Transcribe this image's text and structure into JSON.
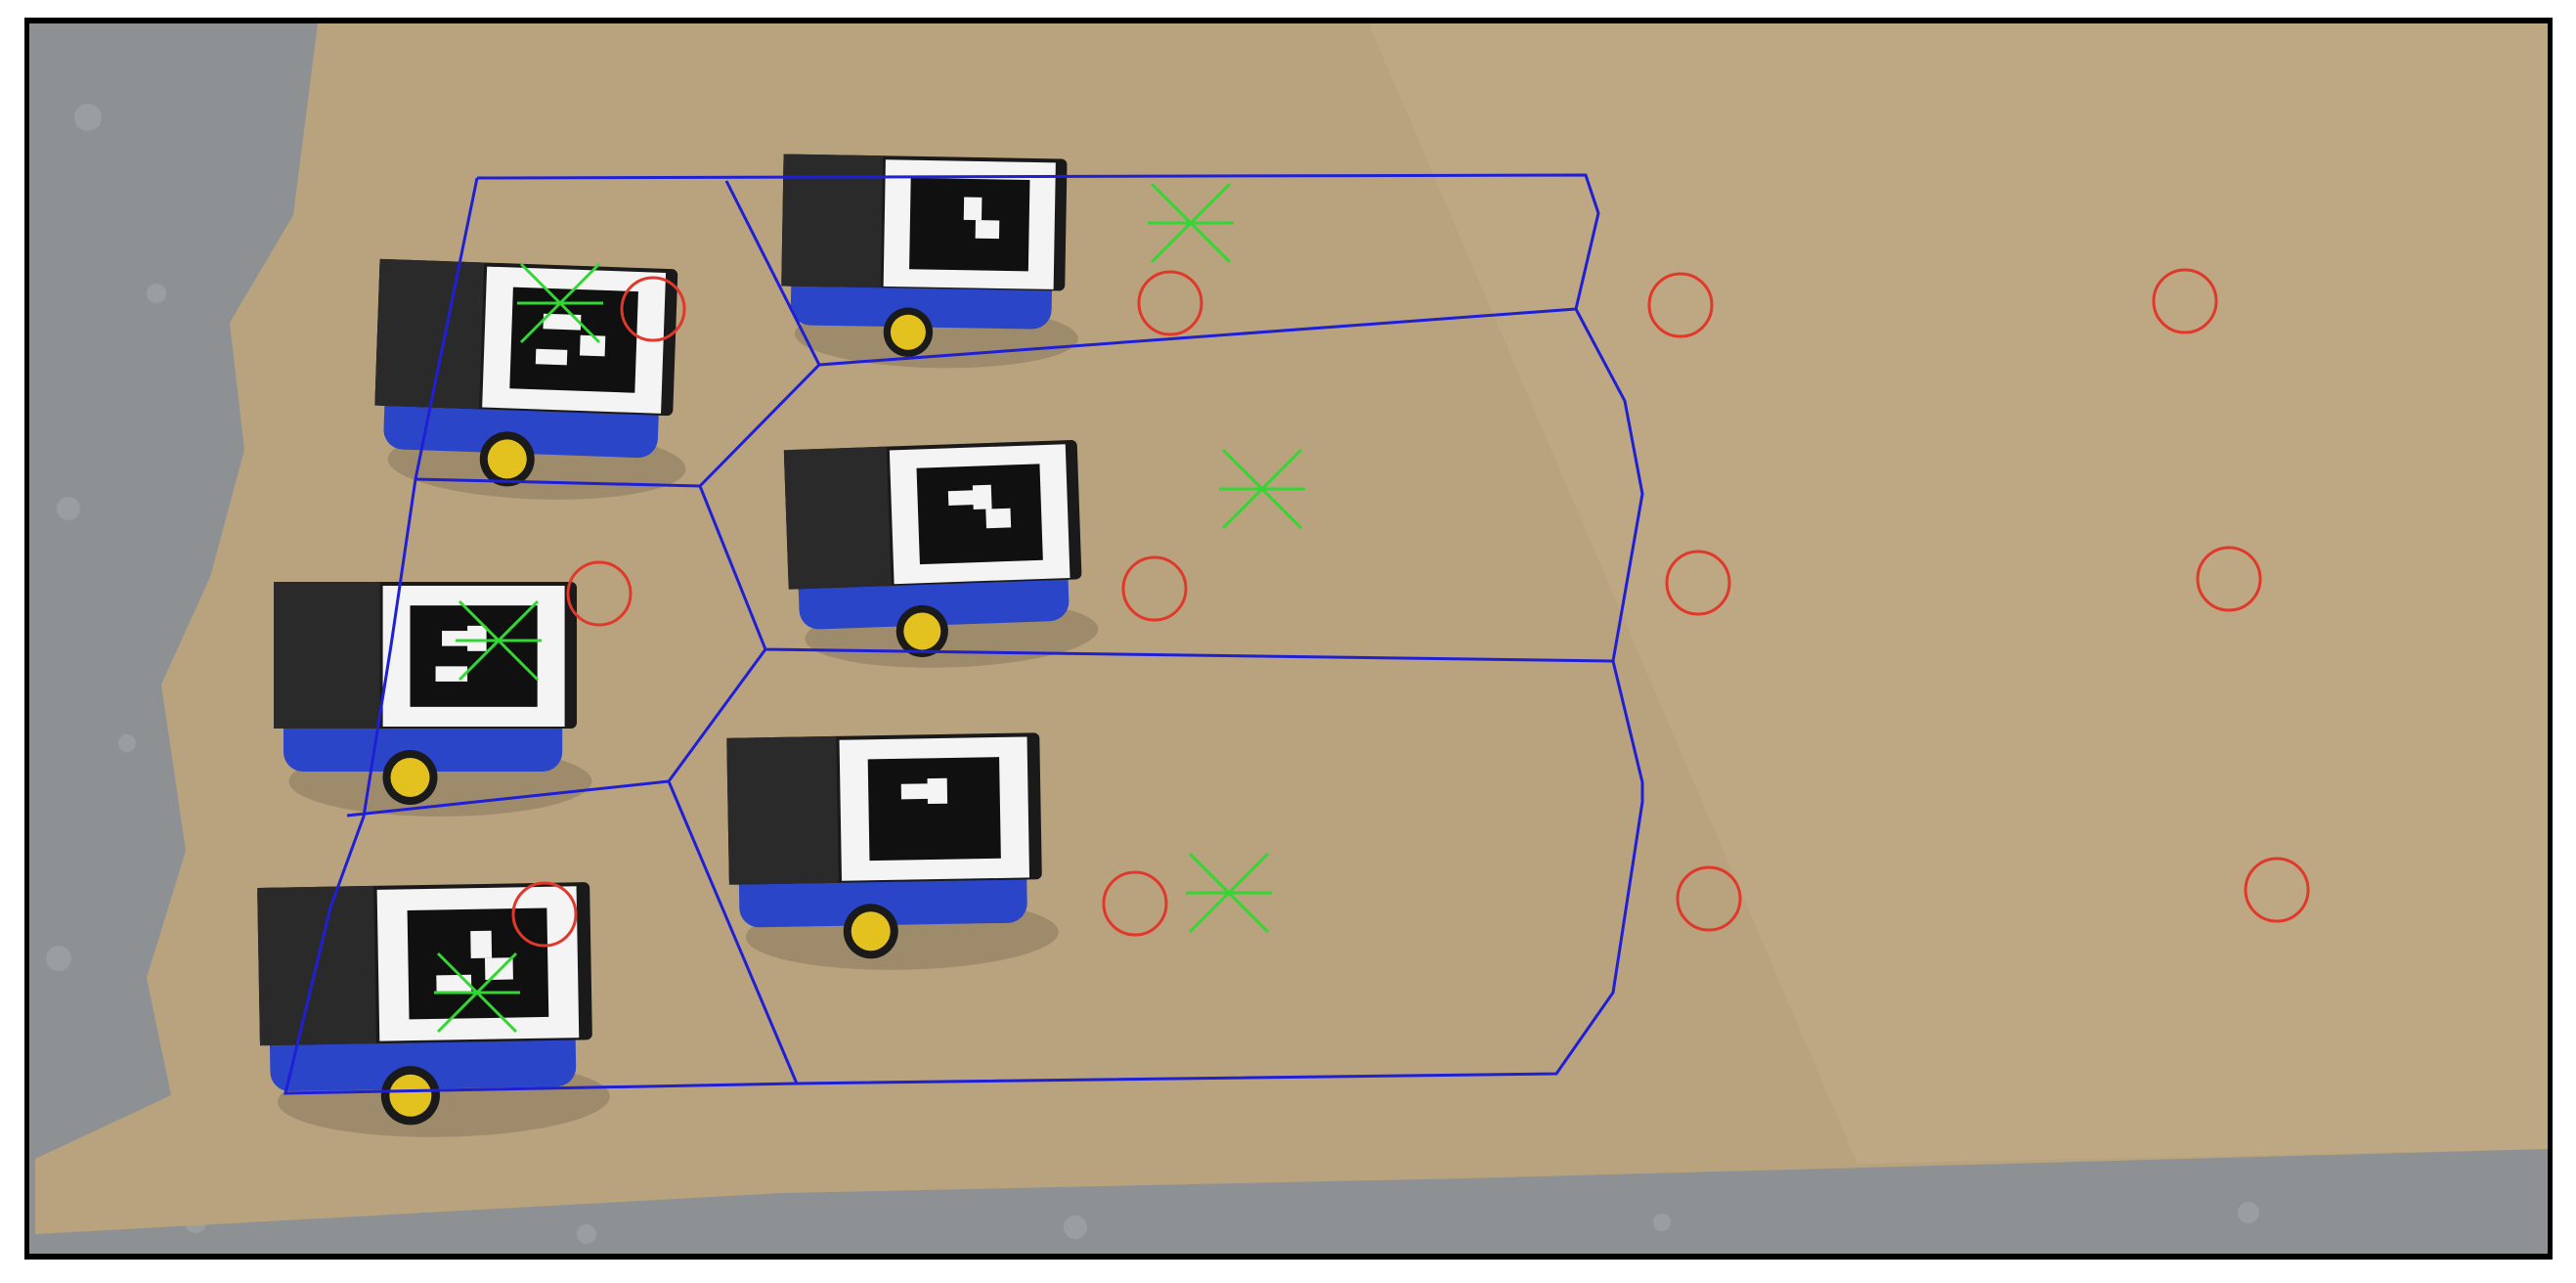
{
  "scene": {
    "kind": "overhead camera photo of six small wheeled robots with ArUco fiducial markers on a cardboard sheet, with Voronoi partition and target overlays",
    "colors": {
      "frame": "#000000",
      "pavement": "#8c8f91",
      "cardboard": "#b8a27e",
      "partition_lines": "#1f1fd6",
      "target_circles": "#e0382a",
      "centroid_crosses": "#33d633",
      "robot_chassis": "#2a45c8",
      "robot_top": "#1a1a1a",
      "marker_white": "#f4f4f4",
      "wheel": "#e3c21f"
    },
    "robots": [
      {
        "name": "robot-top-left",
        "marker": "aruco-marker"
      },
      {
        "name": "robot-top-center",
        "marker": "aruco-marker"
      },
      {
        "name": "robot-mid-left",
        "marker": "aruco-marker"
      },
      {
        "name": "robot-mid-center",
        "marker": "aruco-marker"
      },
      {
        "name": "robot-bottom-left",
        "marker": "aruco-marker"
      },
      {
        "name": "robot-bottom-center",
        "marker": "aruco-marker"
      }
    ],
    "target_circle_count": 12,
    "centroid_cross_count": 6,
    "partition_cell_count": 6
  }
}
